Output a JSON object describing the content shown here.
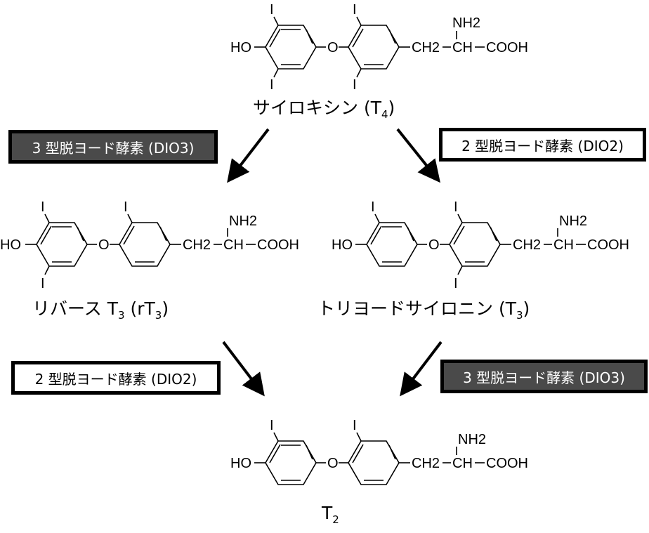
{
  "molecules": {
    "t4": {
      "name": "サイロキシン",
      "abbr_prefix": "(T",
      "abbr_sub": "4",
      "abbr_suffix": ")",
      "labels": {
        "iodine": "I",
        "hydroxyl": "HO",
        "ether": "O",
        "ch2": "CH2",
        "ch": "CH",
        "nh2": "NH2",
        "cooh": "COOH"
      }
    },
    "rt3": {
      "name": "リバース T",
      "name_sub": "3",
      "abbr_prefix": "(rT",
      "abbr_sub": "3",
      "abbr_suffix": ")",
      "labels": {
        "iodine": "I",
        "hydroxyl": "HO",
        "ether": "O",
        "ch2": "CH2",
        "ch": "CH",
        "nh2": "NH2",
        "cooh": "COOH"
      }
    },
    "t3": {
      "name": "トリヨードサイロニン",
      "abbr_prefix": "(T",
      "abbr_sub": "3",
      "abbr_suffix": ")",
      "labels": {
        "iodine": "I",
        "hydroxyl": "HO",
        "ether": "O",
        "ch2": "CH2",
        "ch": "CH",
        "nh2": "NH2",
        "cooh": "COOH"
      }
    },
    "t2": {
      "name": "T",
      "name_sub": "2",
      "labels": {
        "iodine": "I",
        "hydroxyl": "HO",
        "ether": "O",
        "ch2": "CH2",
        "ch": "CH",
        "nh2": "NH2",
        "cooh": "COOH"
      }
    }
  },
  "enzymes": {
    "top_left": {
      "label": "3 型脱ヨード酵素 (DIO3)",
      "style": "dark"
    },
    "top_right": {
      "label": "2 型脱ヨード酵素 (DIO2)",
      "style": "light"
    },
    "bottom_left": {
      "label": "2 型脱ヨード酵素 (DIO2)",
      "style": "light"
    },
    "bottom_right": {
      "label": "3 型脱ヨード酵素 (DIO3)",
      "style": "dark"
    }
  },
  "colors": {
    "dark_box": "#4a4a4a",
    "light_box": "#ffffff",
    "border": "#000000"
  }
}
